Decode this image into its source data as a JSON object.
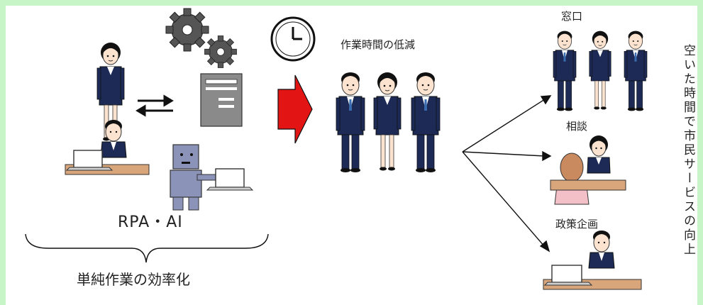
{
  "labels": {
    "time_reduction": "作業時間の低減",
    "window": "窓口",
    "consultation": "相談",
    "policy_planning": "政策企画",
    "rpa_ai": "RPA・AI",
    "simple_task_efficiency": "単純作業の効率化",
    "vertical_text": "空いた時間で市民サービスの向上"
  },
  "colors": {
    "frame": "#c8f5c8",
    "suit": "#1c2a55",
    "arrow_red": "#e21414",
    "desk": "#d9a57a",
    "gear": "#555555",
    "robot": "#8c93b8"
  }
}
